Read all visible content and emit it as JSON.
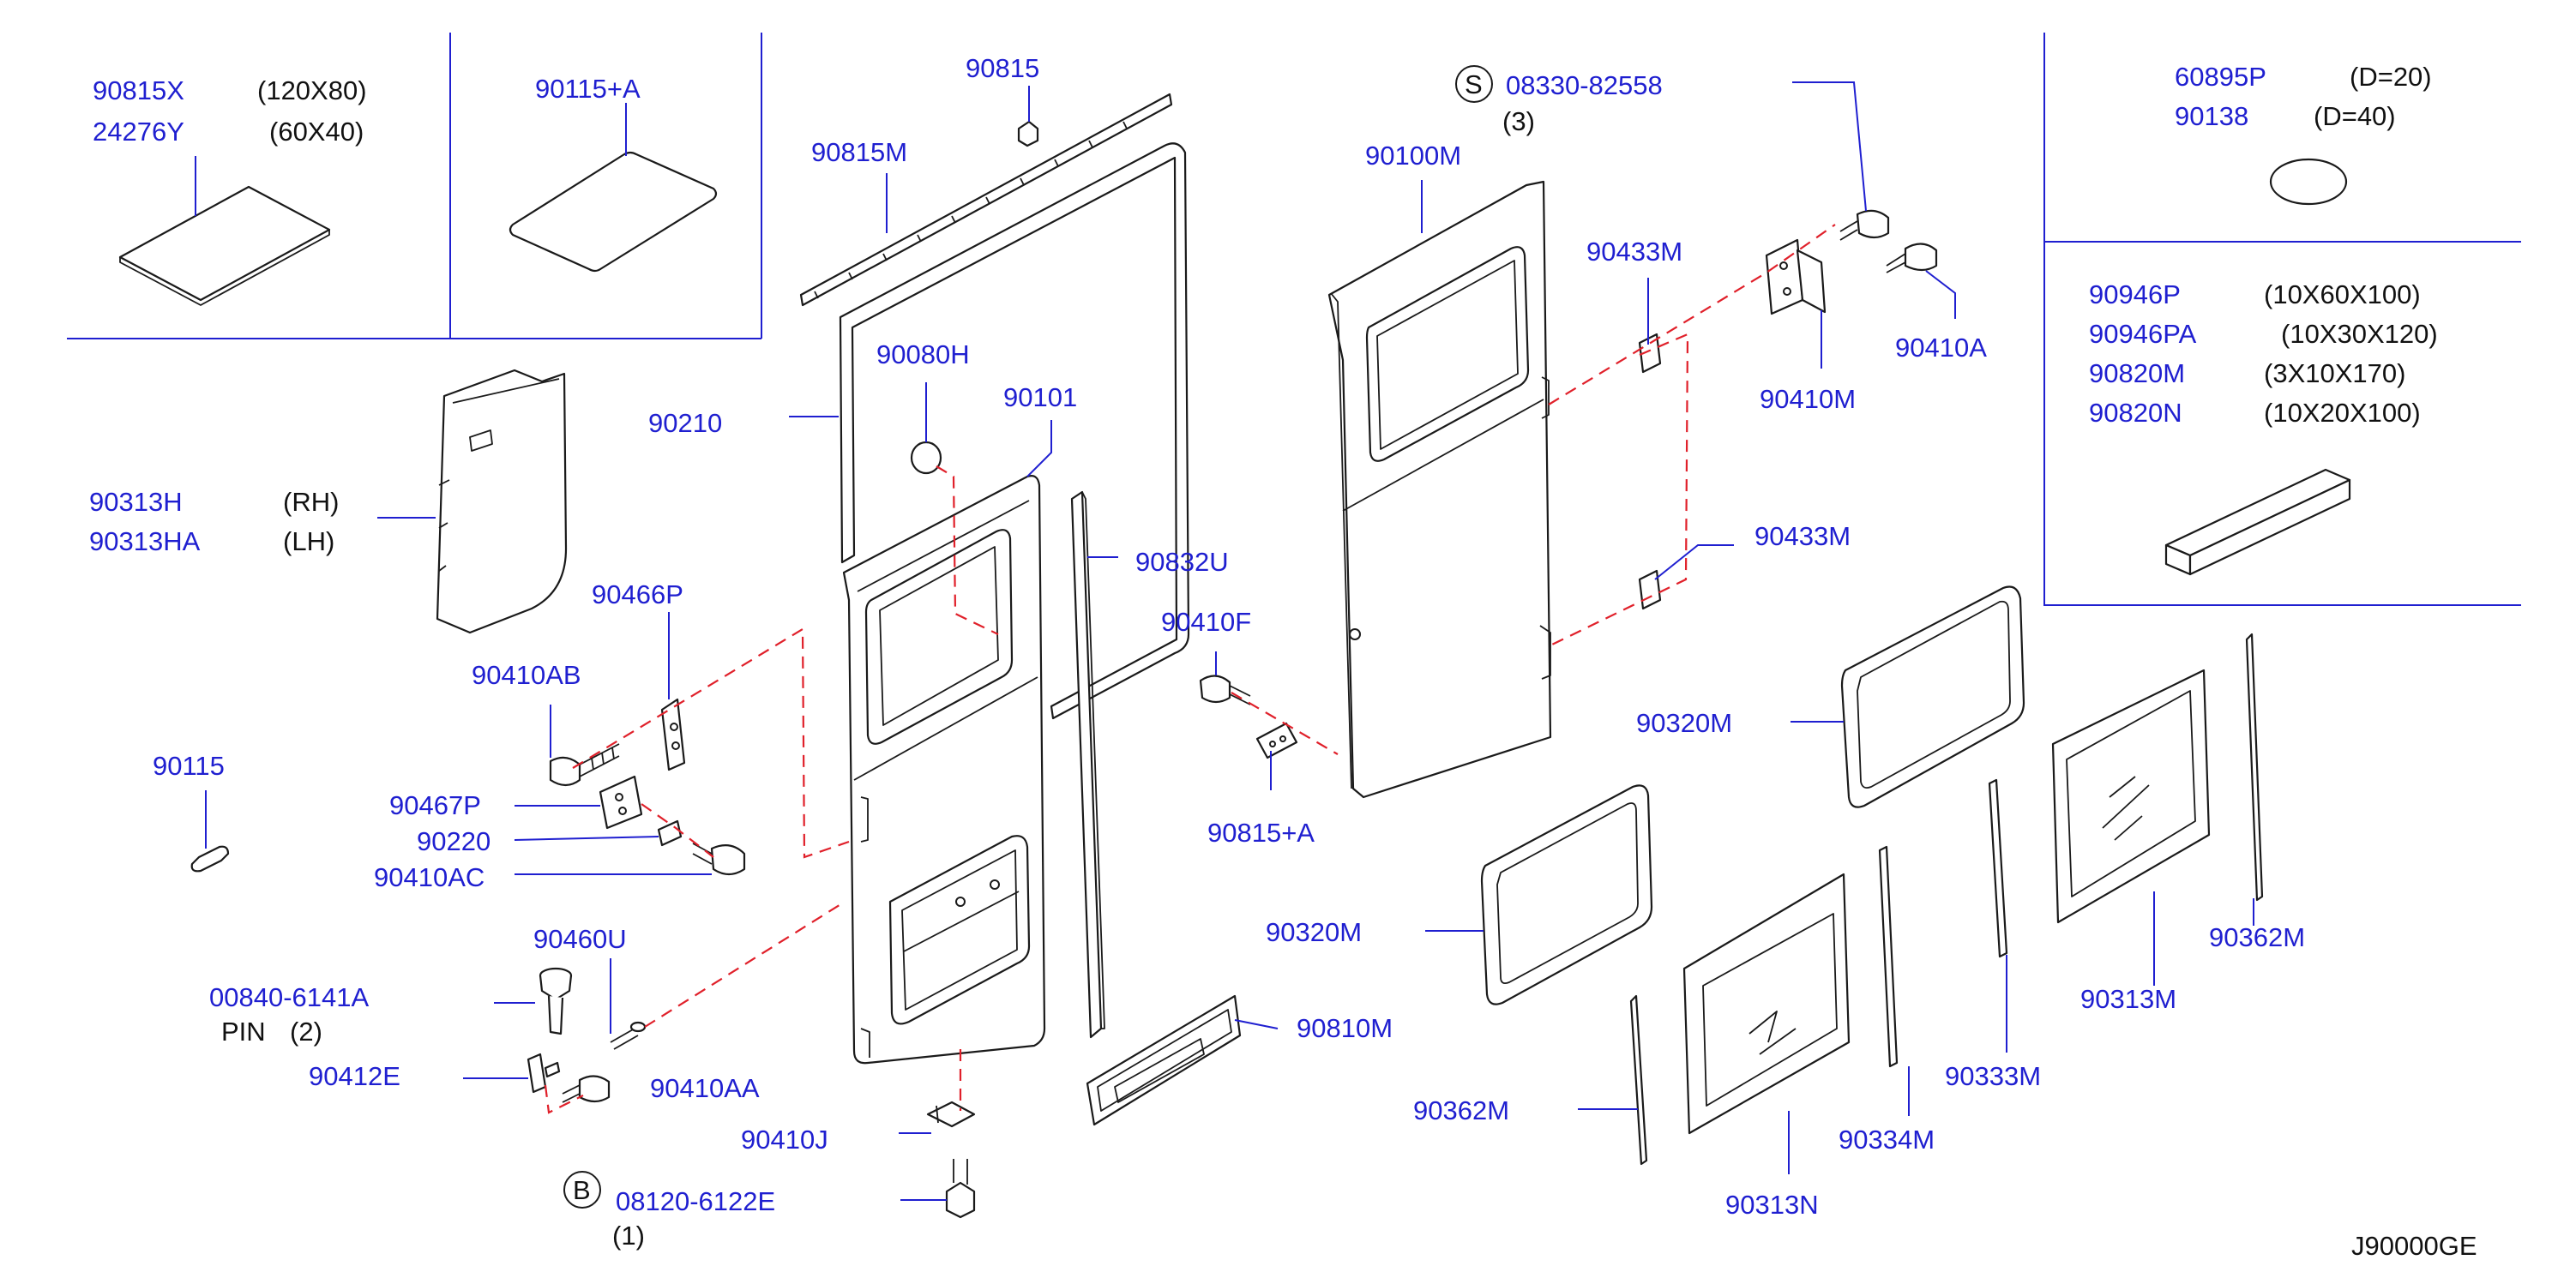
{
  "diagram_id": "J90000GE",
  "symbol_s": "S",
  "symbol_b": "B",
  "callouts": {
    "p_90815X": "90815X",
    "s_90815X": "(120X80)",
    "p_24276Y": "24276Y",
    "s_24276Y": "(60X40)",
    "p_90115A": "90115+A",
    "p_90815": "90815",
    "p_90815M": "90815M",
    "p_90210": "90210",
    "p_90080H": "90080H",
    "p_90101": "90101",
    "p_90313H": "90313H",
    "s_90313H": "(RH)",
    "p_90313HA": "90313HA",
    "s_90313HA": "(LH)",
    "p_90466P": "90466P",
    "p_90410AB": "90410AB",
    "p_90115": "90115",
    "p_90467P": "90467P",
    "p_90220": "90220",
    "p_90410AC": "90410AC",
    "p_90460U": "90460U",
    "p_00840": "00840-6141A",
    "s_pin": "PIN",
    "s_pin_qty": "(2)",
    "p_90412E": "90412E",
    "p_90410AA": "90410AA",
    "p_90410J": "90410J",
    "p_08120": "08120-6122E",
    "s_08120_qty": "(1)",
    "p_90832U": "90832U",
    "p_90410F": "90410F",
    "p_90815pA": "90815+A",
    "p_90810M": "90810M",
    "p_08330": "08330-82558",
    "s_08330_qty": "(3)",
    "p_90100M": "90100M",
    "p_90433M_a": "90433M",
    "p_90433M_b": "90433M",
    "p_90410M": "90410M",
    "p_90410A": "90410A",
    "p_60895P": "60895P",
    "s_60895P": "(D=20)",
    "p_90138": "90138",
    "s_90138": "(D=40)",
    "p_90946P": "90946P",
    "s_90946P": "(10X60X100)",
    "p_90946PA": "90946PA",
    "s_90946PA": "(10X30X120)",
    "p_90820M": "90820M",
    "s_90820M": "(3X10X170)",
    "p_90820N": "90820N",
    "s_90820N": "(10X20X100)",
    "p_90320M_a": "90320M",
    "p_90320M_b": "90320M",
    "p_90362M_a": "90362M",
    "p_90362M_b": "90362M",
    "p_90313M": "90313M",
    "p_90333M": "90333M",
    "p_90334M": "90334M",
    "p_90313N": "90313N"
  }
}
